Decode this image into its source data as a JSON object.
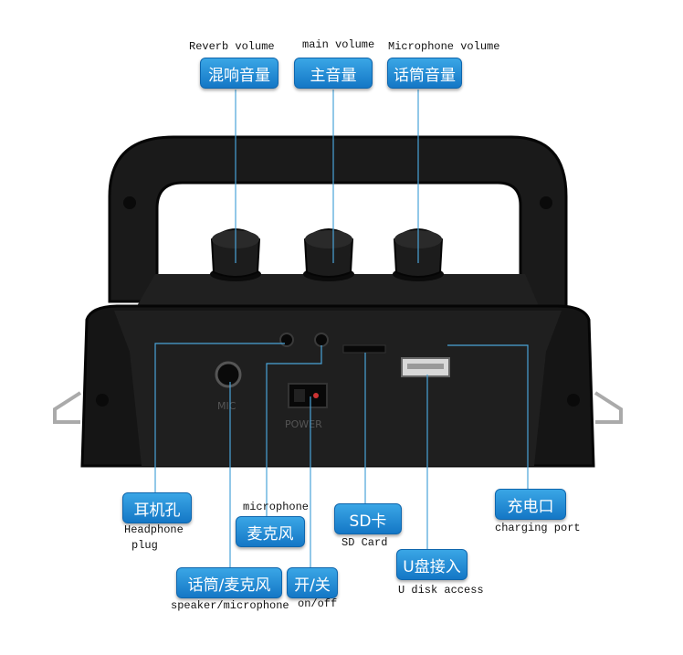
{
  "top_labels": [
    {
      "caption": "Reverb volume",
      "badge": "混响音量"
    },
    {
      "caption": "main volume",
      "badge": "主音量"
    },
    {
      "caption": "Microphone volume",
      "badge": "话筒音量"
    }
  ],
  "bottom_labels": {
    "headphone": {
      "badge": "耳机孔",
      "caption_line1": "Headphone",
      "caption_line2": "plug"
    },
    "microphone": {
      "badge": "麦克风",
      "caption": "microphone"
    },
    "speaker_mic": {
      "badge": "话筒/麦克风",
      "caption": "speaker/microphone"
    },
    "power": {
      "badge": "开/关",
      "caption": "on/off"
    },
    "sd": {
      "badge": "SD卡",
      "caption": "SD Card"
    },
    "usb": {
      "badge": "U盘接入",
      "caption": "U disk access"
    },
    "charge": {
      "badge": "充电口",
      "caption": "charging port"
    }
  },
  "panel_markings": {
    "mic_jack": "MIC",
    "power_switch": "POWER"
  },
  "colors": {
    "badge": "#1f88d4",
    "leader_line": "#4aa3d8",
    "device": "#141414"
  }
}
